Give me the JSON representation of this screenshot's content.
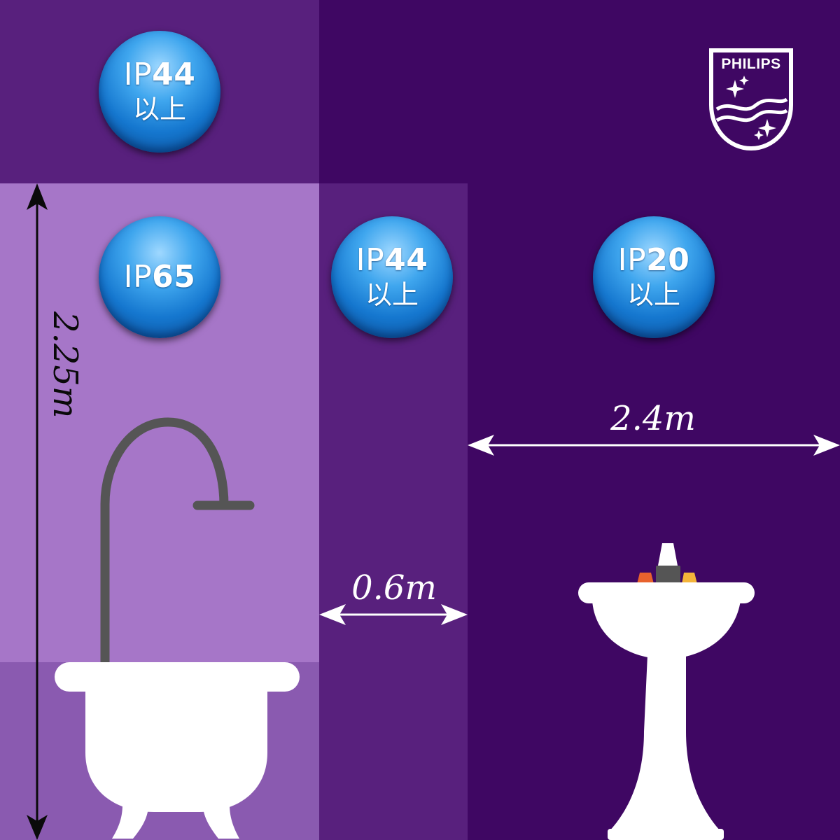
{
  "colors": {
    "background": "#3f0763",
    "zone_mid": "#58207d",
    "zone_shower": "#a676c8",
    "zone_bath": "#8a5ab0",
    "fixture": "#ffffff",
    "pipe": "#555555",
    "arrow_dark": "#0a0a0a",
    "arrow_light": "#ffffff"
  },
  "brand": {
    "name": "PHILIPS",
    "shield": "philips-shield-icon"
  },
  "badges": {
    "top_left": {
      "prefix": "IP",
      "number": "44",
      "suffix": "以上"
    },
    "shower": {
      "prefix": "IP",
      "number": "65",
      "suffix": ""
    },
    "middle": {
      "prefix": "IP",
      "number": "44",
      "suffix": "以上"
    },
    "right": {
      "prefix": "IP",
      "number": "20",
      "suffix": "以上"
    }
  },
  "dimensions": {
    "height": "2.25m",
    "zone1_width": "0.6m",
    "zone2_width": "2.4m"
  },
  "icons": {
    "shower": "shower-pipe-icon",
    "bathtub": "bathtub-icon",
    "sink": "pedestal-sink-icon"
  }
}
